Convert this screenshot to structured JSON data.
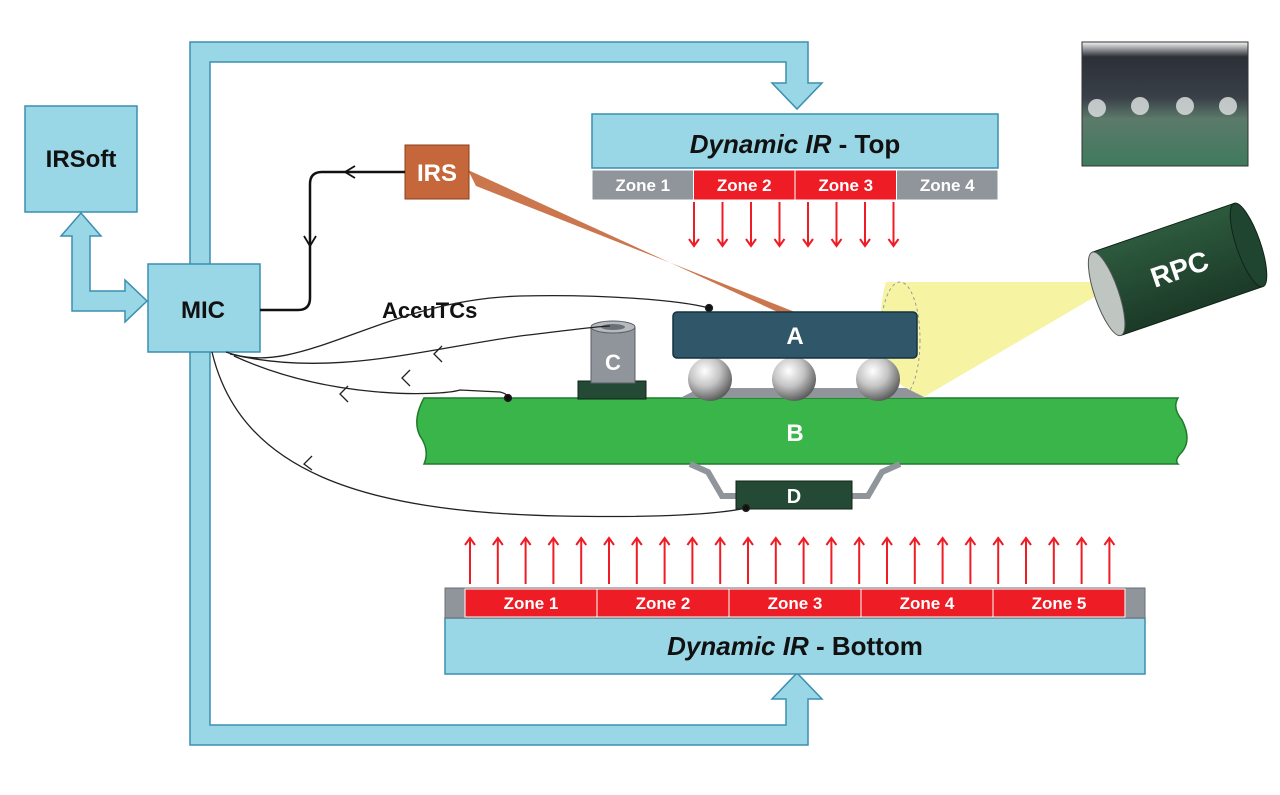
{
  "irsoft": {
    "label": "IRSoft"
  },
  "mic": {
    "label": "MIC"
  },
  "irs": {
    "label": "IRS"
  },
  "rpc": {
    "label": "RPC"
  },
  "accutcs": {
    "label": "AccuTCs"
  },
  "components": {
    "a": "A",
    "b": "B",
    "c": "C",
    "d": "D"
  },
  "top_heater": {
    "title_italic": "Dynamic IR",
    "title_rest": " - Top",
    "zones": [
      {
        "label": "Zone 1",
        "active": false
      },
      {
        "label": "Zone 2",
        "active": true
      },
      {
        "label": "Zone 3",
        "active": true
      },
      {
        "label": "Zone 4",
        "active": false
      }
    ]
  },
  "bottom_heater": {
    "title_italic": "Dynamic IR",
    "title_rest": " - Bottom",
    "zones": [
      {
        "label": "Zone 1",
        "active": true
      },
      {
        "label": "Zone 2",
        "active": true
      },
      {
        "label": "Zone 3",
        "active": true
      },
      {
        "label": "Zone 4",
        "active": true
      },
      {
        "label": "Zone 5",
        "active": true
      }
    ]
  },
  "colors": {
    "light_blue": "#99d6e6",
    "zone_active": "#ee1c25",
    "zone_inactive": "#8f959a",
    "irs_orange": "#c5673a",
    "pcb_green": "#3ab54a",
    "chip_blue": "#2f5669",
    "dark_green": "#244a35",
    "cone_yellow": "#f6f39e"
  }
}
